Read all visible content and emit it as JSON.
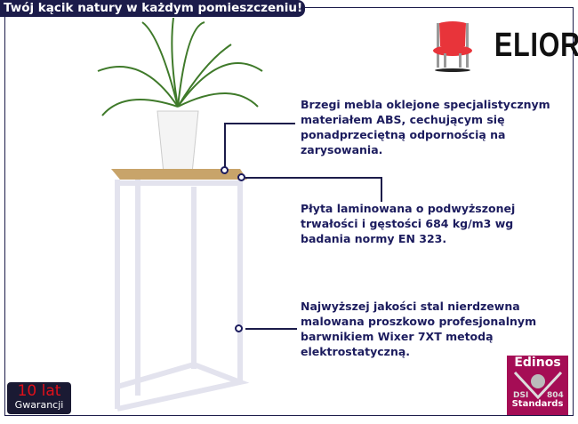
{
  "header": {
    "title": "Twój kącik natury w każdym pomieszczeniu!"
  },
  "brand": {
    "name": "ELIOR"
  },
  "features": [
    {
      "lines": [
        "Brzegi mebla oklejone specjalistycznym",
        "materiałem ABS, cechującym się",
        "ponadprzeciętną odpornością na",
        "zarysowania."
      ]
    },
    {
      "lines": [
        "Płyta laminowana o podwyższonej",
        "trwałości i gęstości 684 kg/m3 wg",
        "badania normy EN 323."
      ]
    },
    {
      "lines": [
        "Najwyższej jakości stal nierdzewna",
        "malowana proszkowo profesjonalnym",
        "barwnikiem Wixer 7XT metodą",
        "elektrostatyczną."
      ]
    }
  ],
  "warranty": {
    "years": "10 lat",
    "label": "Gwarancji"
  },
  "certificate": {
    "name": "Edinos",
    "left": "DSI",
    "right": "804",
    "label": "Standards"
  },
  "colors": {
    "navy": "#1c1c4a",
    "text": "#1c1c5e",
    "red": "#e0101a",
    "cert": "#a50d55"
  }
}
